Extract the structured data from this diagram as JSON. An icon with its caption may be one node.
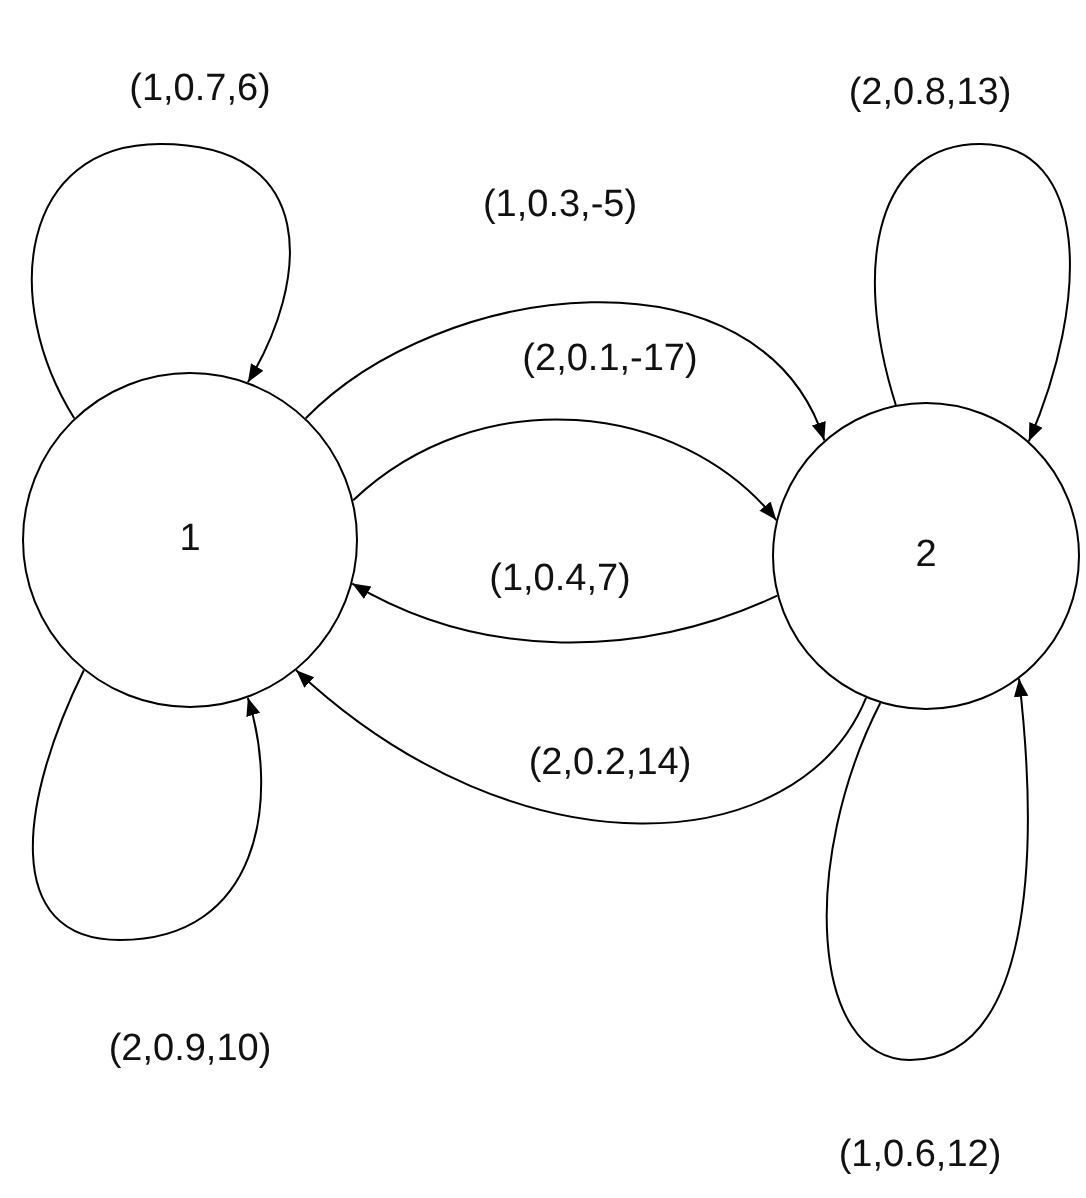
{
  "diagram": {
    "nodes": [
      {
        "text": [
          "1"
        ]
      },
      {
        "text": [
          "2"
        ]
      }
    ],
    "edges": [
      {
        "from": 0,
        "to": 0,
        "arrow": "to",
        "label": "(1,0.7,6)"
      },
      {
        "from": 1,
        "to": 1,
        "arrow": "to",
        "label": "(2,0.8,13)"
      },
      {
        "from": 0,
        "to": 1,
        "arrow": "to",
        "label": "(1,0.3,-5)"
      },
      {
        "from": 0,
        "to": 1,
        "arrow": "to",
        "label": "(2,0.1,-17)"
      },
      {
        "from": 1,
        "to": 0,
        "arrow": "to",
        "label": "(1,0.4,7)"
      },
      {
        "from": 1,
        "to": 0,
        "arrow": "to",
        "label": "(2,0.2,14)"
      },
      {
        "from": 0,
        "to": 0,
        "arrow": "to",
        "label": "(2,0.9,10)"
      },
      {
        "from": 1,
        "to": 1,
        "arrow": "to",
        "label": "(1,0.6,12)"
      }
    ]
  }
}
